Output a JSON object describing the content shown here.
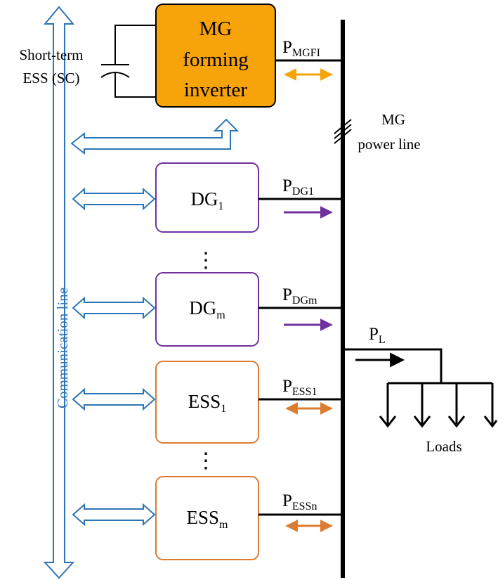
{
  "colors": {
    "bus": "#000000",
    "mgfi_fill": "#f7a30a",
    "dg_border": "#7030a0",
    "ess_border": "#dd7c31",
    "comm": "#2e75b6",
    "mgfi_arrow": "#f7a30a",
    "dg_arrow": "#7030a0",
    "ess_arrow": "#dd7c31"
  },
  "mgfi": {
    "line1": "MG",
    "line2": "forming",
    "line3": "inverter"
  },
  "sc": {
    "line1": "Short-term",
    "line2": "ESS (SC)"
  },
  "power_line": {
    "line1": "MG",
    "line2": "power line"
  },
  "comm_line": "Communication line",
  "loads_label": "Loads",
  "ellipsis": "⋮",
  "blocks": {
    "dg1": {
      "main": "DG",
      "sub": "1"
    },
    "dgm": {
      "main": "DG",
      "sub": "m"
    },
    "ess1": {
      "main": "ESS",
      "sub": "1"
    },
    "essm": {
      "main": "ESS",
      "sub": "m"
    }
  },
  "powers": {
    "mgfi": {
      "main": "P",
      "sub": "MGFI"
    },
    "dg1": {
      "main": "P",
      "sub": "DG1"
    },
    "dgm": {
      "main": "P",
      "sub": "DGm"
    },
    "ess1": {
      "main": "P",
      "sub": "ESS1"
    },
    "essn": {
      "main": "P",
      "sub": "ESSn"
    },
    "load": {
      "main": "P",
      "sub": "L"
    }
  }
}
